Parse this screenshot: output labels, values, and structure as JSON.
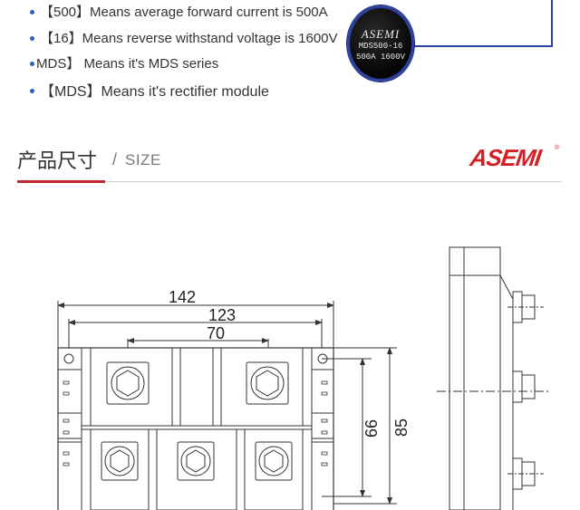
{
  "bullets": [
    {
      "text": "【500】Means average forward current is 500A"
    },
    {
      "text": "【16】Means reverse withstand voltage is 1600V"
    },
    {
      "text": "MDS】 Means it's MDS series"
    },
    {
      "text": "【MDS】Means it's rectifier module"
    }
  ],
  "badge": {
    "brand": "ASEMI",
    "model": "MDS500-16",
    "rating": "500A 1600V"
  },
  "section": {
    "title_cn": "产品尺寸",
    "separator": "/",
    "title_en": "SIZE"
  },
  "logo": {
    "text": "ASEMI",
    "registered": "®"
  },
  "dimensions": {
    "d142": "142",
    "d123": "123",
    "d70": "70",
    "d66": "66",
    "d85": "85"
  },
  "colors": {
    "bullet_dot": "#2b63c2",
    "accent_red": "#c1272d",
    "logo_red": "#d41f26",
    "badge_ring": "#2c3f9c"
  }
}
